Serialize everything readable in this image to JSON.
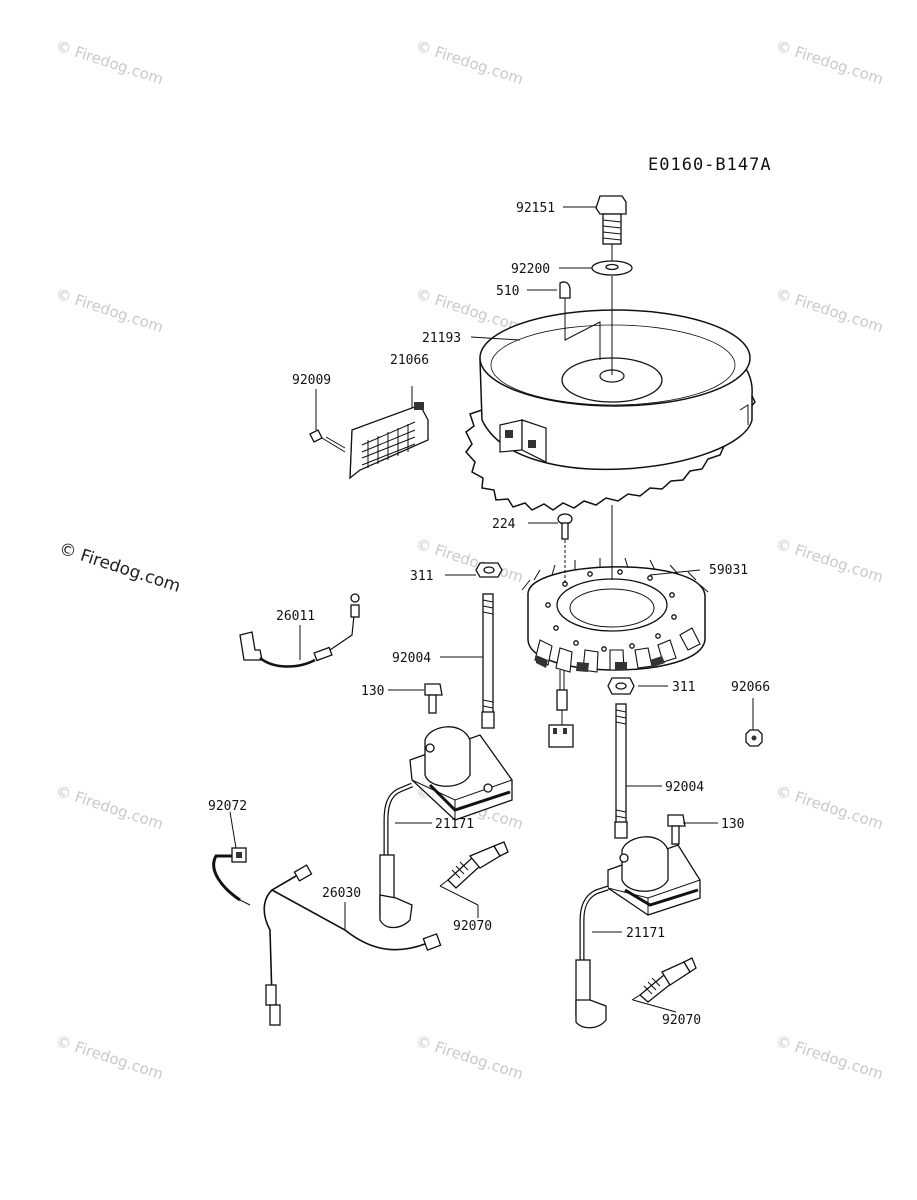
{
  "diagram_code": "E0160-B147A",
  "watermark": "© Firedog.com",
  "watermark_featured": "© Firedog.com",
  "parts": {
    "p92151": "92151",
    "p92200": "92200",
    "p510": "510",
    "p21193": "21193",
    "p92009": "92009",
    "p21066": "21066",
    "p224": "224",
    "p59031": "59031",
    "p311a": "311",
    "p26011": "26011",
    "p92004a": "92004",
    "p130a": "130",
    "p311b": "311",
    "p92066": "92066",
    "p92004b": "92004",
    "p92072": "92072",
    "p21171a": "21171",
    "p130b": "130",
    "p26030": "26030",
    "p92070a": "92070",
    "p21171b": "21171",
    "p92070b": "92070"
  }
}
